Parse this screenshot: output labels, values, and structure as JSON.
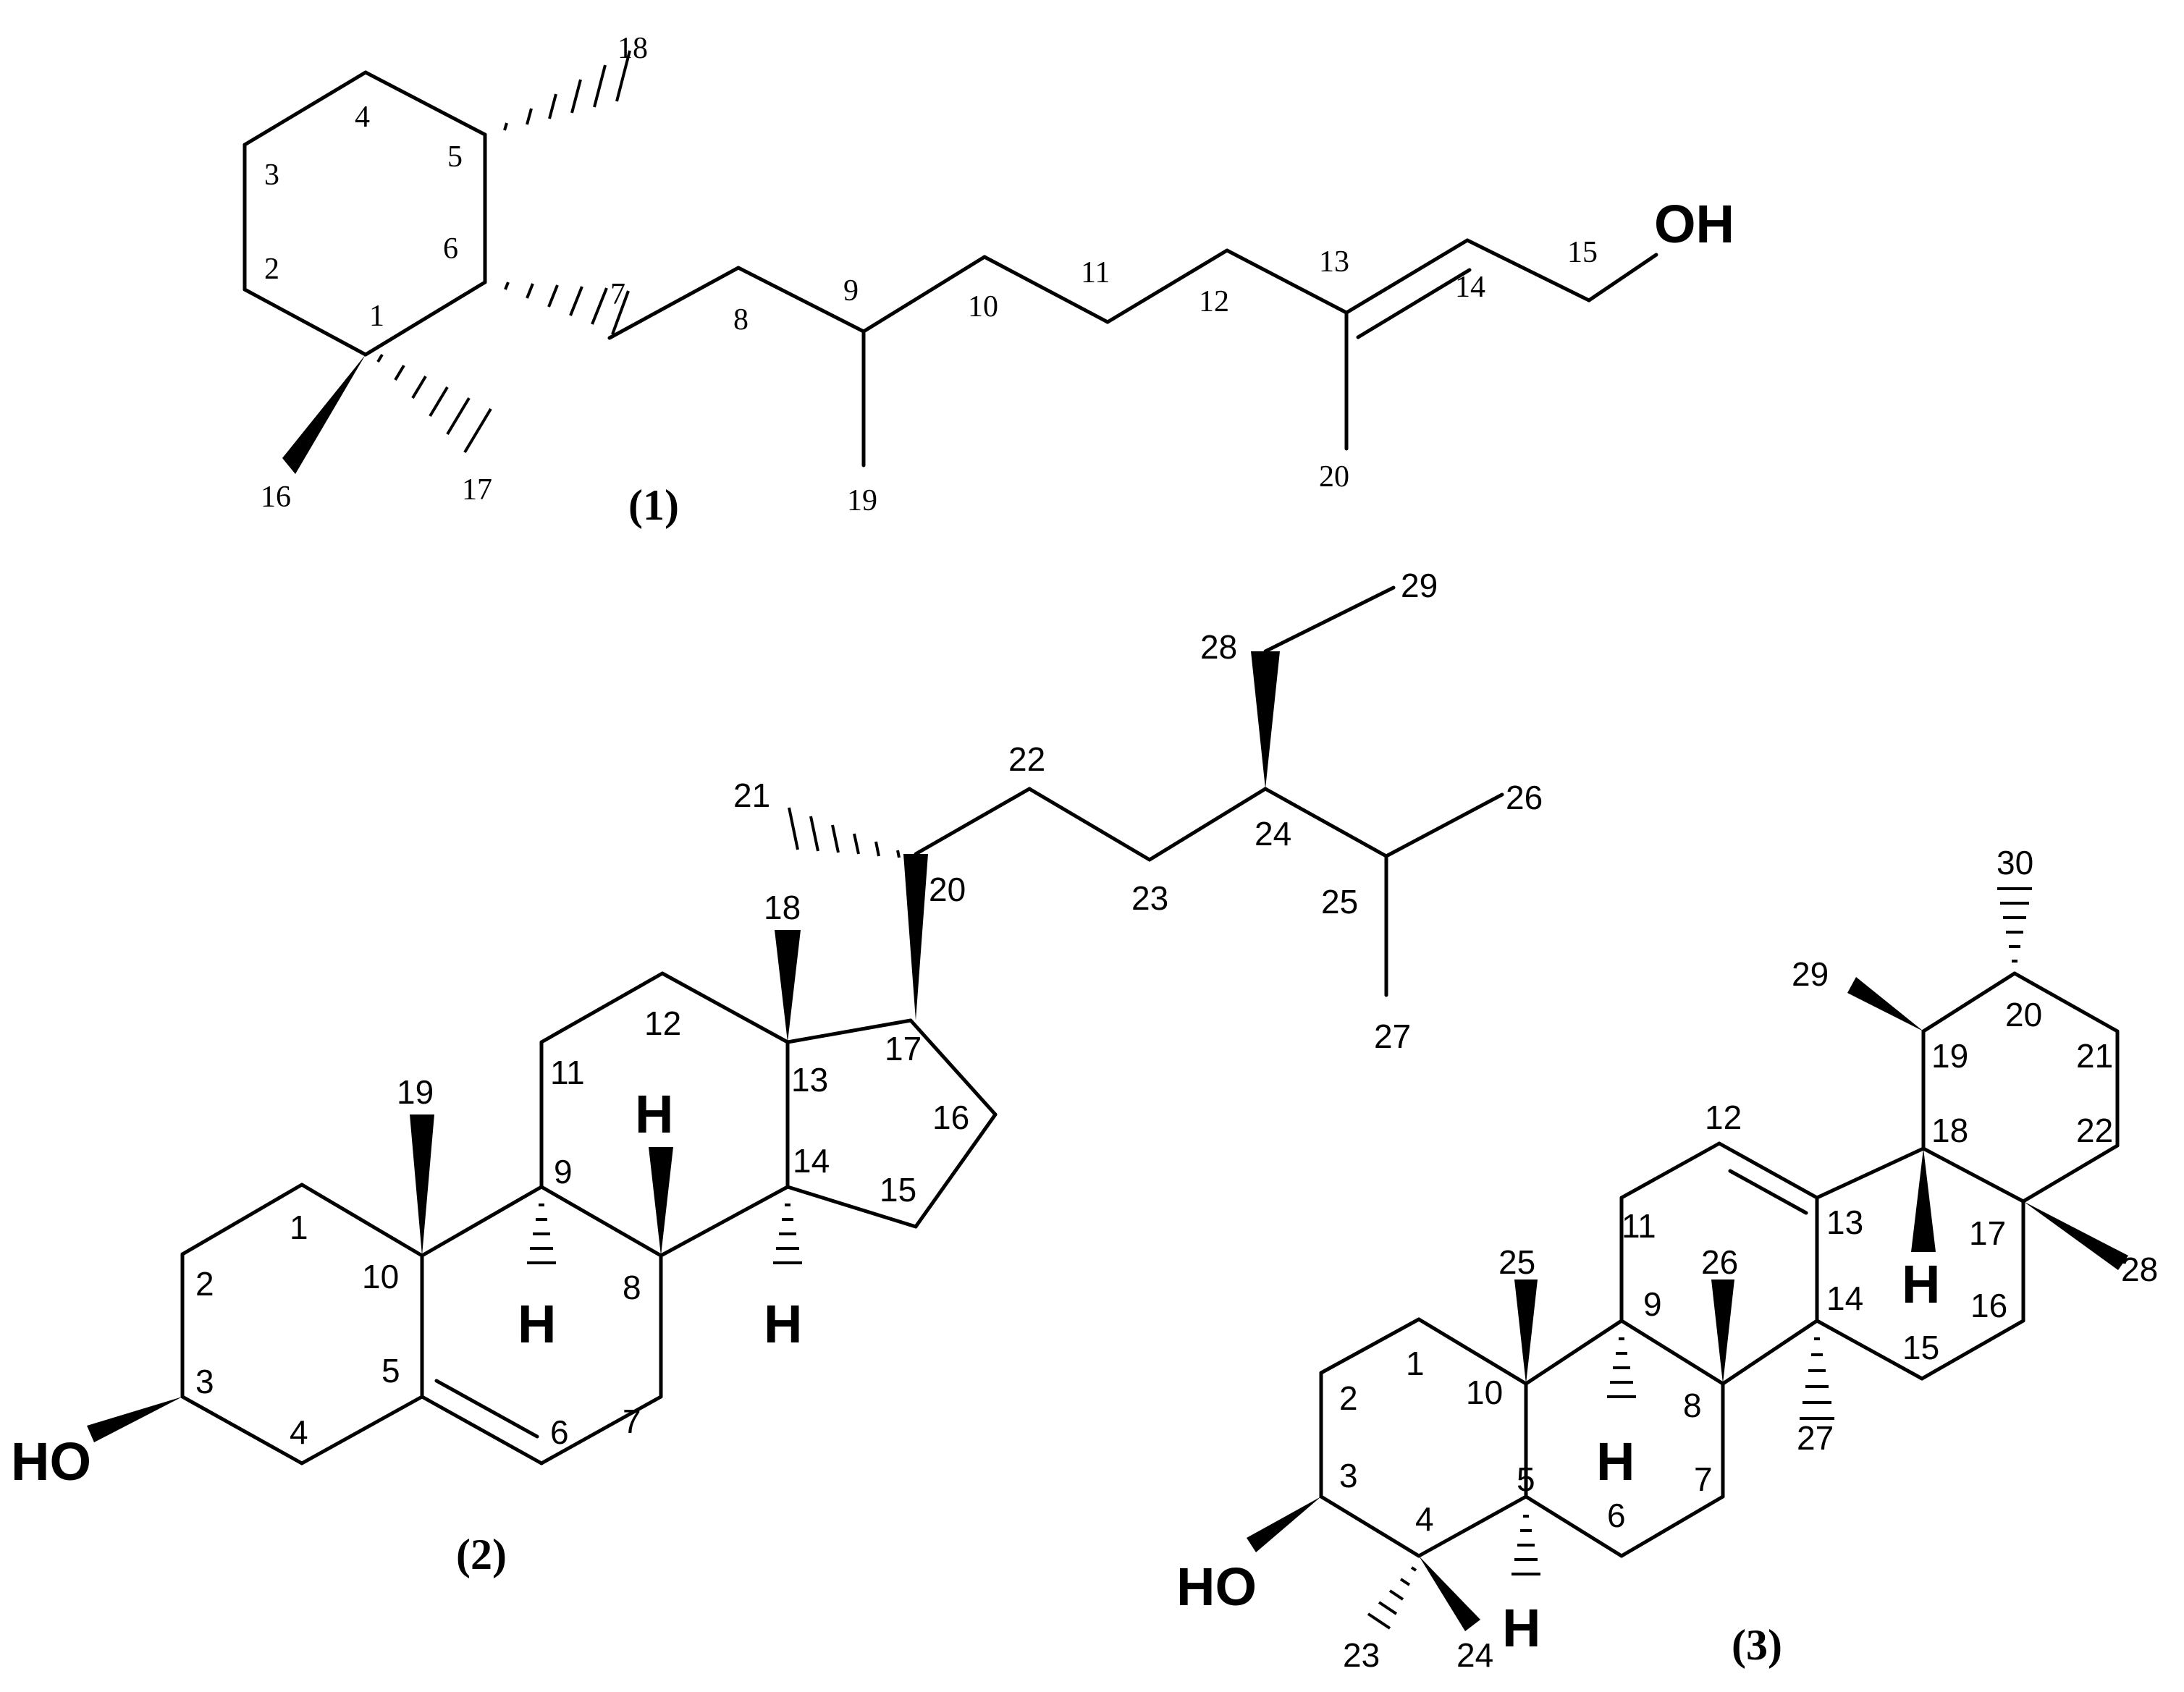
{
  "structures": [
    {
      "caption": "(1)",
      "oh": "OH",
      "locants": [
        "1",
        "2",
        "3",
        "4",
        "5",
        "6",
        "7",
        "8",
        "9",
        "10",
        "11",
        "12",
        "13",
        "14",
        "15",
        "16",
        "17",
        "18",
        "19",
        "20"
      ]
    },
    {
      "caption": "(2)",
      "ho": "HO",
      "h_labels": [
        "H",
        "H",
        "H"
      ],
      "locants": [
        "1",
        "2",
        "3",
        "4",
        "5",
        "6",
        "7",
        "8",
        "9",
        "10",
        "11",
        "12",
        "13",
        "14",
        "15",
        "16",
        "17",
        "18",
        "19",
        "20",
        "21",
        "22",
        "23",
        "24",
        "25",
        "26",
        "27",
        "28",
        "29"
      ]
    },
    {
      "caption": "(3)",
      "ho": "HO",
      "h_labels": [
        "H",
        "H",
        "H"
      ],
      "locants": [
        "1",
        "2",
        "3",
        "4",
        "5",
        "6",
        "7",
        "8",
        "9",
        "10",
        "11",
        "12",
        "13",
        "14",
        "15",
        "16",
        "17",
        "18",
        "19",
        "20",
        "21",
        "22",
        "23",
        "24",
        "25",
        "26",
        "27",
        "28",
        "29",
        "30"
      ]
    }
  ]
}
